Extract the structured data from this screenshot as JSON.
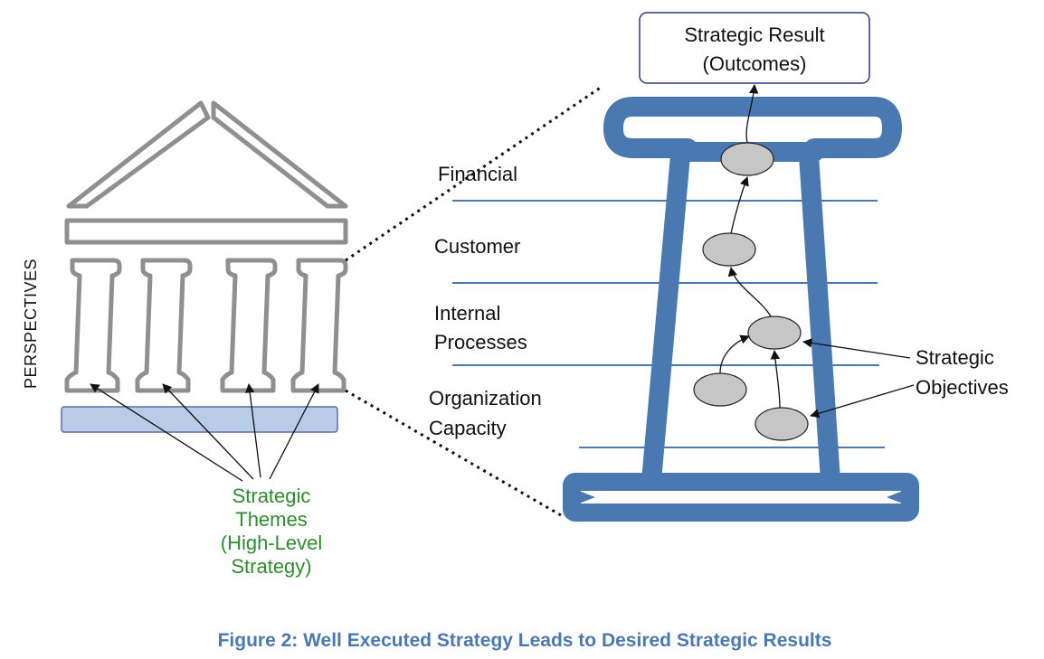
{
  "result_box": {
    "line1": "Strategic Result",
    "line2": "(Outcomes)"
  },
  "side_label": "PERSPECTIVES",
  "perspectives": {
    "financial": "Financial",
    "customer": "Customer",
    "internal_line1": "Internal",
    "internal_line2": "Processes",
    "org_line1": "Organization",
    "org_line2": "Capacity"
  },
  "themes": {
    "line1": "Strategic",
    "line2": "Themes",
    "line3": "(High-Level",
    "line4": "Strategy)"
  },
  "objectives": {
    "line1": "Strategic",
    "line2": "Objectives"
  },
  "caption": "Figure 2: Well Executed Strategy Leads to Desired Strategic Results",
  "colors": {
    "column_blue": "#4a78b0",
    "base_fill": "#b8cce8",
    "temple_gray": "#8f8f8f",
    "node_gray": "#c6c6c6",
    "themes_green": "#2e8b2e",
    "caption_blue": "#4a78b0"
  }
}
